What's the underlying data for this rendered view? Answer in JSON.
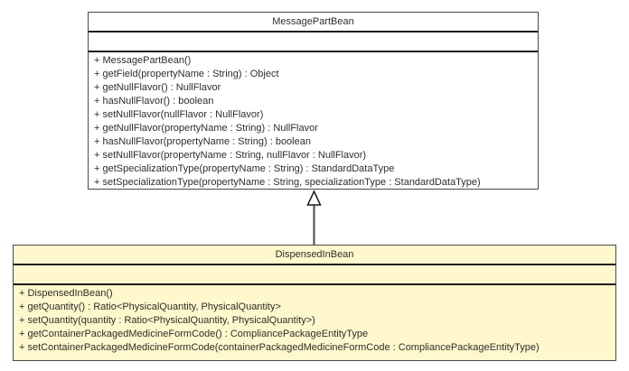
{
  "colors": {
    "page_bg": "#ffffff",
    "box_border": "#4a4a4a",
    "divider": "#1c1c1c",
    "text": "#2d2d2d",
    "superclass_fill": "#ffffff",
    "subclass_fill": "#fff8cc",
    "arrow_line": "#4a4a4a",
    "arrow_head_fill": "#ffffff"
  },
  "classes": {
    "superclass": {
      "name": "MessagePartBean",
      "fields": [],
      "methods": [
        "+ MessagePartBean()",
        "+ getField(propertyName : String) : Object",
        "+ getNullFlavor() : NullFlavor",
        "+ hasNullFlavor() : boolean",
        "+ setNullFlavor(nullFlavor : NullFlavor)",
        "+ getNullFlavor(propertyName : String) : NullFlavor",
        "+ hasNullFlavor(propertyName : String) : boolean",
        "+ setNullFlavor(propertyName : String, nullFlavor : NullFlavor)",
        "+ getSpecializationType(propertyName : String) : StandardDataType",
        "+ setSpecializationType(propertyName : String, specializationType : StandardDataType)"
      ]
    },
    "subclass": {
      "name": "DispensedInBean",
      "fields": [],
      "methods": [
        "+ DispensedInBean()",
        "+ getQuantity() : Ratio<PhysicalQuantity, PhysicalQuantity>",
        "+ setQuantity(quantity : Ratio<PhysicalQuantity, PhysicalQuantity>)",
        "+ getContainerPackagedMedicineFormCode() : CompliancePackageEntityType",
        "+ setContainerPackagedMedicineFormCode(containerPackagedMedicineFormCode : CompliancePackageEntityType)"
      ]
    }
  },
  "relationship": {
    "type": "generalization",
    "from": "DispensedInBean",
    "to": "MessagePartBean"
  }
}
